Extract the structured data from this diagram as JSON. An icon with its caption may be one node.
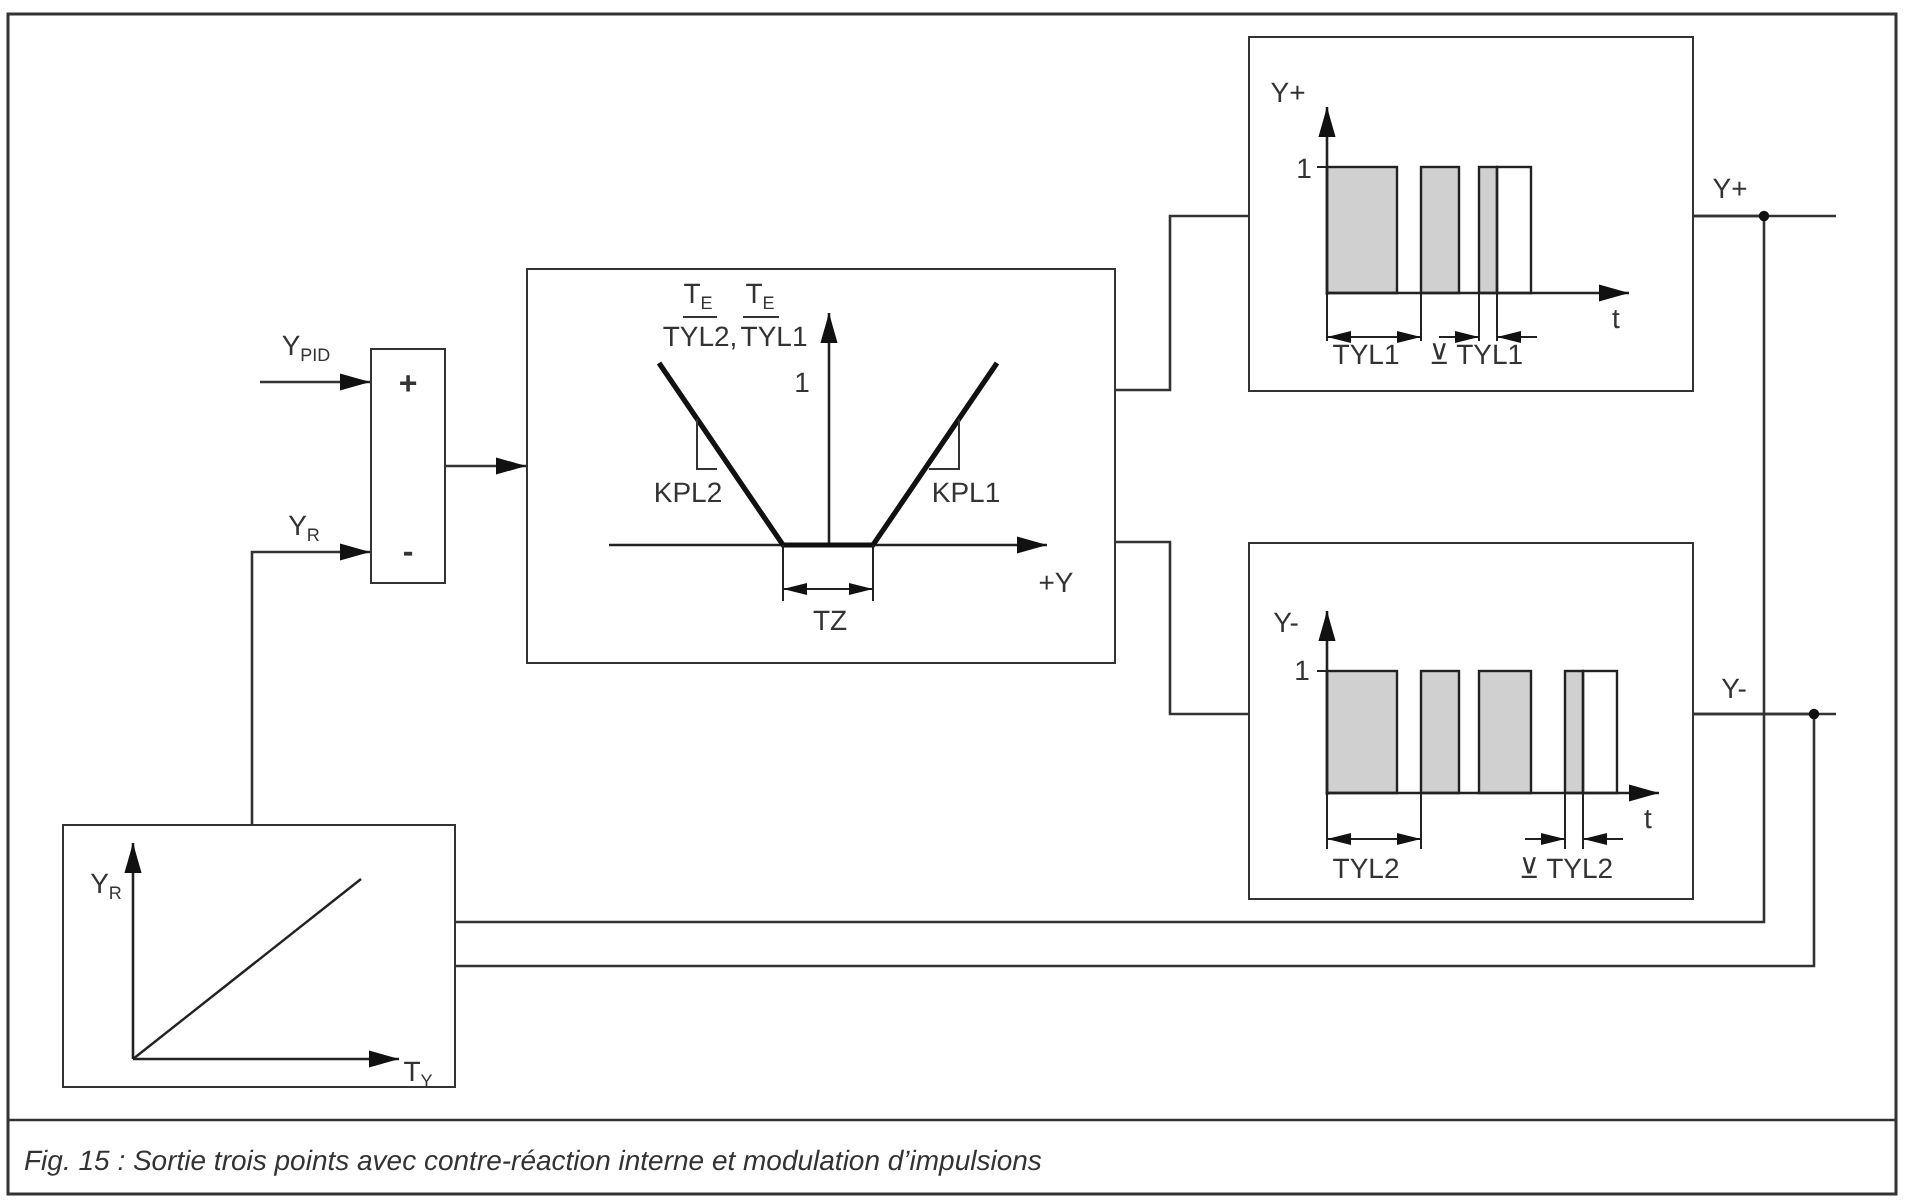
{
  "diagram": {
    "caption": "Fig. 15 : Sortie trois points avec contre-réaction interne et modulation d’impulsions",
    "nodes": [
      {
        "text": [
          "+",
          "-"
        ]
      },
      {
        "text": [
          "T$_{E}$",
          "TYL2,",
          "T$_{E}$",
          "TYL1",
          "1",
          "KPL2",
          "KPL1",
          "+Y",
          "TZ"
        ]
      },
      {
        "text": [
          "Y+",
          "1",
          "t",
          "TYL1",
          "⊻ TYL1"
        ]
      },
      {
        "text": [
          "Y-",
          "1",
          "t",
          "TYL2",
          "⊻ TYL2"
        ]
      },
      {
        "text": [
          "Y$_{R}$",
          "T$_{Y}$"
        ]
      }
    ],
    "edges": [
      {
        "from": null,
        "to": 0,
        "arrow": "to",
        "label": "Y$_{PID}$"
      },
      {
        "from": 4,
        "to": 0,
        "arrow": "to",
        "label": "Y$_{R}$"
      },
      {
        "from": 0,
        "to": 1,
        "arrow": "to"
      },
      {
        "from": 1,
        "to": 2,
        "arrow": "none"
      },
      {
        "from": 1,
        "to": 3,
        "arrow": "none"
      },
      {
        "from": 2,
        "to": null,
        "arrow": "none",
        "label": "Y+"
      },
      {
        "from": 3,
        "to": null,
        "arrow": "none",
        "label": "Y-"
      },
      {
        "from": 2,
        "to": 4,
        "arrow": "none"
      },
      {
        "from": 3,
        "to": 4,
        "arrow": "none"
      }
    ]
  }
}
